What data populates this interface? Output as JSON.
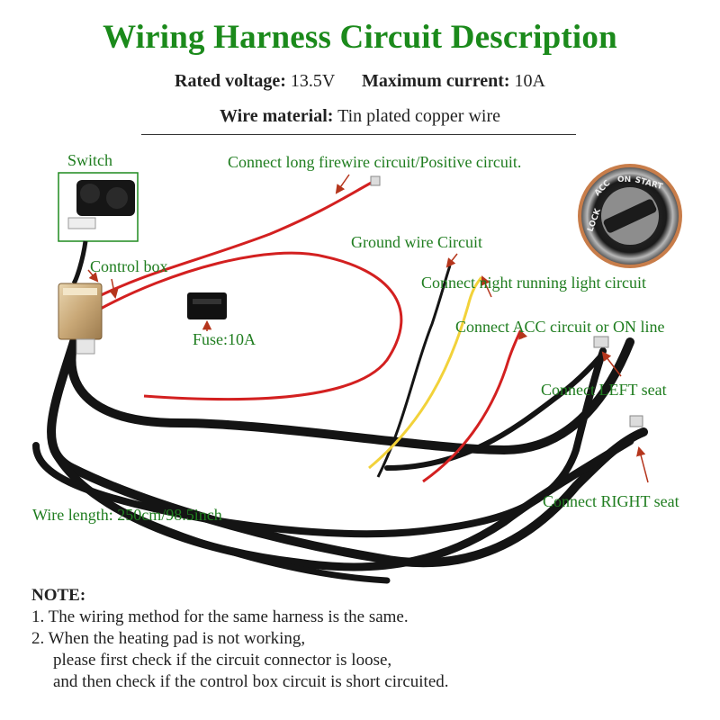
{
  "title": "Wiring Harness Circuit Description",
  "specs": {
    "rated_voltage_label": "Rated voltage:",
    "rated_voltage_value": "13.5V",
    "max_current_label": "Maximum current:",
    "max_current_value": "10A",
    "wire_material_label": "Wire material:",
    "wire_material_value": "Tin plated copper wire"
  },
  "labels": {
    "switch": "Switch",
    "control_box": "Control box",
    "fuse": "Fuse:10A",
    "firewire": "Connect long firewire circuit/Positive circuit.",
    "ground": "Ground wire Circuit",
    "night_light": "Connect night running light circuit",
    "acc": "Connect ACC circuit or ON line",
    "left_seat": "Connect LEFT seat",
    "right_seat": "Connect RIGHT seat",
    "wire_length": "Wire length: 250cm/98.5inch"
  },
  "ignition": {
    "acc": "ACC",
    "on": "ON",
    "start": "START",
    "lock": "LOCK"
  },
  "note": {
    "heading": "NOTE:",
    "line1": "1. The wiring method for the same harness is the same.",
    "line2": "2. When the heating pad is not working,",
    "line3": "please first check if the circuit connector is loose,",
    "line4": "and then check if the control box circuit is short circuited."
  },
  "colors": {
    "title": "#1b8a1b",
    "label": "#1f7d1f",
    "red_wire": "#d32020",
    "yellow_wire": "#f2d23a",
    "black_wire": "#151515",
    "arrow": "#b5351c"
  }
}
